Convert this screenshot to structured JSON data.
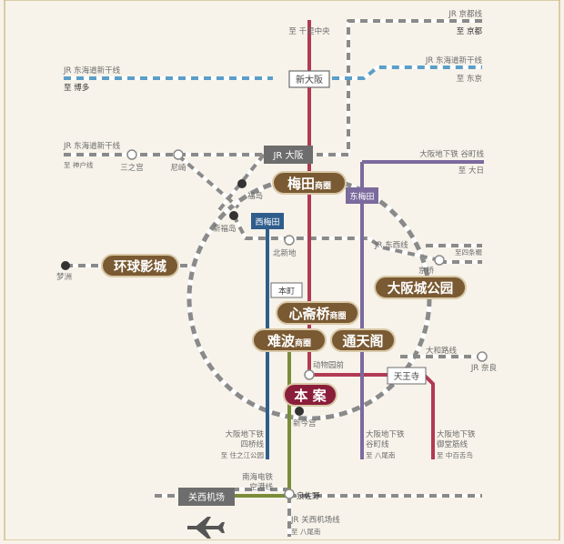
{
  "colors": {
    "background": "#f7f3ea",
    "frame": "#c9b27a",
    "jr_track": "#8a8a8a",
    "shinkansen": "#5b9ec9",
    "midosuji": "#b23a53",
    "tanimachi": "#7b6a9e",
    "yotsubashi": "#2f5d8c",
    "sakaisuji": "#8a6a3a",
    "nankai": "#7a8c3a",
    "zone_fill": "#7a5a33",
    "zone_border": "#d9c9a8",
    "target_fill": "#8a1e3a",
    "station_box": "#6d6d6d"
  },
  "lines": {
    "jr_kyoto": "JR 京都线",
    "to_kyoto": "至 京都",
    "jr_shinkansen_east": "JR 东海道新干线",
    "to_tokyo": "至 东京",
    "jr_shinkansen_west": "JR 东海道新干线",
    "to_hakata": "至 博多",
    "jr_tokaido_west": "JR 东海道新干线",
    "to_kobe": "至 神户线",
    "to_senri": "至 千里中央",
    "tanimachi_top": "大阪地下铁 谷町线",
    "to_dainichi": "至 大日",
    "jr_tozai": "JR 东西线",
    "to_shijonawate": "至四条畷",
    "yamatoji": "大和路线",
    "jr_nara": "JR 奈良",
    "yotsubashi": [
      "大阪地下铁",
      "四桥线"
    ],
    "to_suminoe": "至 住之江公园",
    "tanimachi_bottom": [
      "大阪地下铁",
      "谷町线"
    ],
    "to_yao": "至 八尾南",
    "sakaisuji": [
      "大阪地下铁",
      "御堂筋线"
    ],
    "to_nakamozu": "至 中百舌鸟",
    "nankai": [
      "南海电铁",
      "空港线"
    ],
    "jr_kanku": "JR 关西机场线",
    "to_yao2": "至 八尾南"
  },
  "stations": {
    "shin_osaka": "新大阪",
    "jr_osaka": "JR 大阪",
    "higashi_umeda": "东梅田",
    "nishi_umeda": "西梅田",
    "honmachi": "本町",
    "tennoji": "天王寺",
    "kansai_airport": "关西机场",
    "mitsunomiya": "三之宫",
    "amagasaki": "尼崎",
    "fukushima": "福岛",
    "shin_fukushima": "新福岛",
    "kitashinchi": "北新地",
    "kyobashi": "京桥",
    "dobutsuen": "动物园前",
    "shin_imamiya": "新今宫",
    "yumeshima": "梦洲",
    "izumisano": "泉佐野"
  },
  "zones": {
    "umeda": {
      "main": "梅田",
      "sub": "商圈"
    },
    "usj": {
      "main": "环球影城",
      "sub": ""
    },
    "osaka_castle": {
      "main": "大阪城公园",
      "sub": ""
    },
    "shinsaibashi": {
      "main": "心斋桥",
      "sub": "商圈"
    },
    "namba": {
      "main": "难波",
      "sub": "商圈"
    },
    "tsutenkaku": {
      "main": "通天阁",
      "sub": ""
    }
  },
  "target": "本 案",
  "icons": {
    "airport": "airplane-icon"
  }
}
